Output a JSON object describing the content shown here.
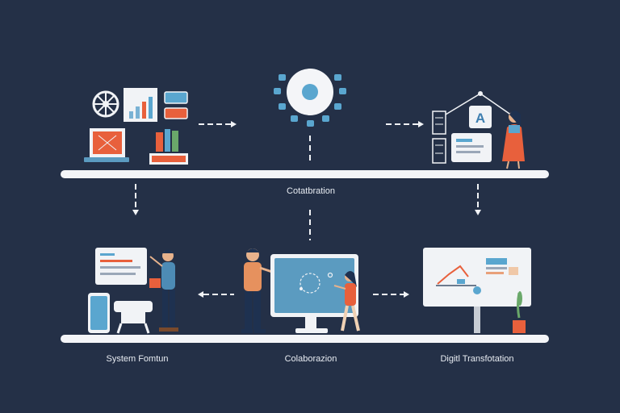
{
  "labels": {
    "top_center": "Cotatbration",
    "bottom_left": "System Fomtun",
    "bottom_center": "Colaborazion",
    "bottom_right": "Digitl Transfotation"
  },
  "board_letter": "A",
  "colors": {
    "background": "#243047",
    "rail": "#f4f5f8",
    "accent_orange": "#e8603c",
    "accent_blue": "#5aa6cf",
    "screen_blue": "#5b9bc0",
    "panel": "#f1f3f6",
    "green": "#6aa86a",
    "navy": "#1e3150"
  },
  "icons": [
    "aperture-icon",
    "bar-chart-icon",
    "laptop-icon",
    "gear-icon",
    "presentation-board-icon",
    "document-icon",
    "smartphone-icon",
    "monitor-icon",
    "easel-chart-icon",
    "plant-icon"
  ]
}
